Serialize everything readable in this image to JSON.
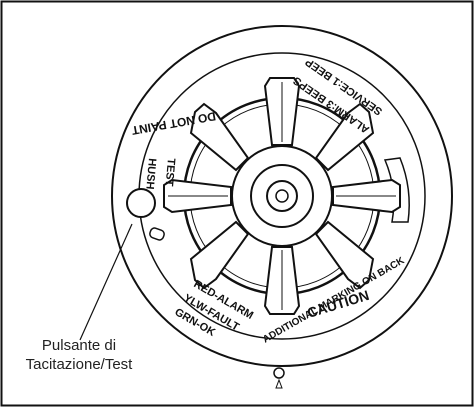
{
  "labels": {
    "do_not_paint": "DO NOT PAINT",
    "alarm_beeps": "ALARM:3 BEEPS",
    "service_beep": "SERVICE:1 BEEP",
    "test": "TEST",
    "hush": "HUSH",
    "red_alarm": "RED-ALARM",
    "ylw_fault": "YLW-FAULT",
    "grn_ok": "GRN-OK",
    "caution": "CAUTION",
    "additional_marking": "ADDITIONAL MARKING ON BACK"
  },
  "callout": {
    "line1": "Pulsante di",
    "line2": "Tacitazione/Test"
  },
  "colors": {
    "line": "#111111",
    "background": "#ffffff"
  }
}
